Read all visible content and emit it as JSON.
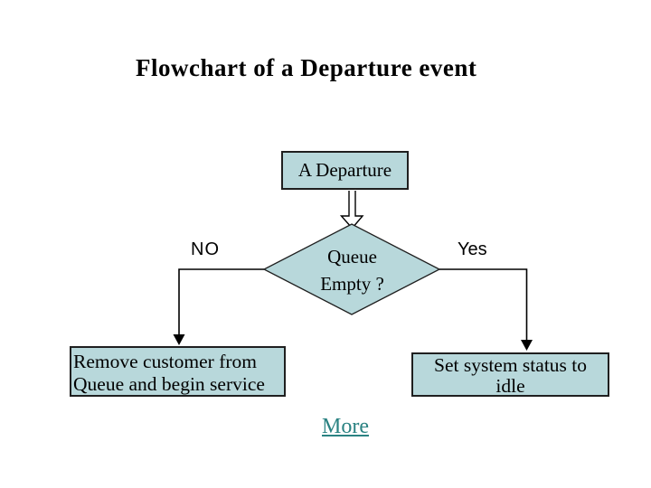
{
  "title": "Flowchart of a Departure event",
  "colors": {
    "background": "#ffffff",
    "shape_fill": "#b8d8db",
    "shape_border": "#1f1f1f",
    "connector": "#000000",
    "title_color": "#000000",
    "link_color": "#2a8282"
  },
  "flowchart": {
    "start_box": "A Departure",
    "decision": {
      "line1": "Queue",
      "line2": "Empty ?"
    },
    "branch_no": "NO",
    "branch_yes": "Yes",
    "no_action": {
      "line1": "Remove customer from",
      "line2": "Queue and begin service"
    },
    "yes_action": {
      "line1": "Set system status to",
      "line2": "idle"
    }
  },
  "footer": {
    "more_link": "More"
  }
}
